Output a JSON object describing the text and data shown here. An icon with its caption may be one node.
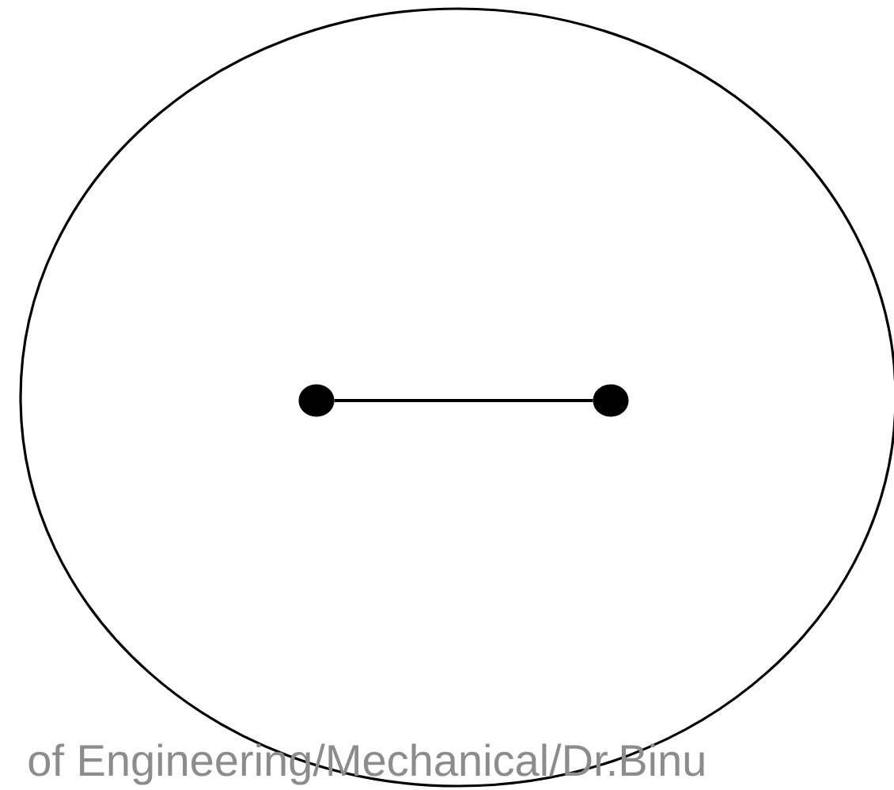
{
  "diagram": {
    "nodes": [
      {
        "text": [],
        "shape": "ellipse"
      },
      {
        "text": [],
        "shape": "circle",
        "in": 0
      },
      {
        "text": [],
        "shape": "circle",
        "in": 0
      }
    ],
    "edges": [
      {
        "from": 1,
        "to": 2,
        "arrow": "none"
      }
    ],
    "labels": [
      "of Engineering/Mechanical/Dr.Binu"
    ]
  }
}
